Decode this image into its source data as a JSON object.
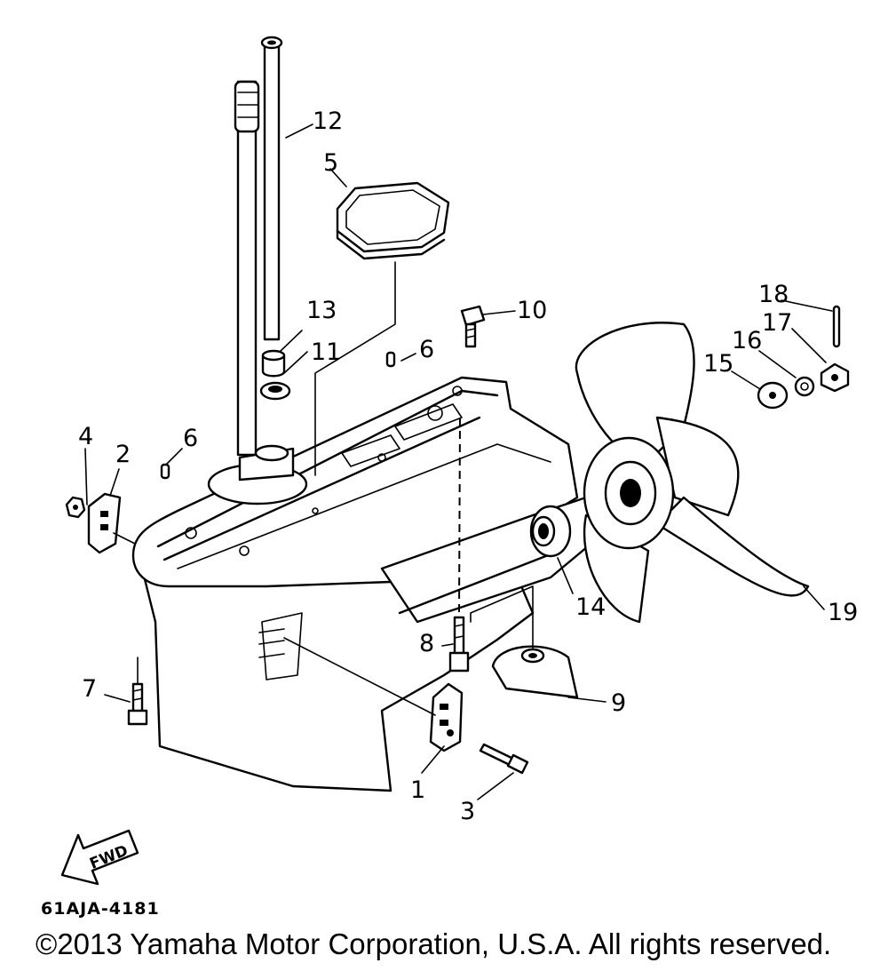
{
  "diagram": {
    "part_numbers": [
      {
        "id": "part-1",
        "label": "1"
      },
      {
        "id": "part-2",
        "label": "2"
      },
      {
        "id": "part-3",
        "label": "3"
      },
      {
        "id": "part-4",
        "label": "4"
      },
      {
        "id": "part-5",
        "label": "5"
      },
      {
        "id": "part-6a",
        "label": "6"
      },
      {
        "id": "part-6b",
        "label": "6"
      },
      {
        "id": "part-7",
        "label": "7"
      },
      {
        "id": "part-8",
        "label": "8"
      },
      {
        "id": "part-9",
        "label": "9"
      },
      {
        "id": "part-10",
        "label": "10"
      },
      {
        "id": "part-11",
        "label": "11"
      },
      {
        "id": "part-12",
        "label": "12"
      },
      {
        "id": "part-13",
        "label": "13"
      },
      {
        "id": "part-14",
        "label": "14"
      },
      {
        "id": "part-15",
        "label": "15"
      },
      {
        "id": "part-16",
        "label": "16"
      },
      {
        "id": "part-17",
        "label": "17"
      },
      {
        "id": "part-18",
        "label": "18"
      },
      {
        "id": "part-19",
        "label": "19"
      }
    ],
    "direction_arrow_label": "FWD",
    "diagram_code": "61AJA-4181"
  },
  "footer": {
    "copyright": "©2013 Yamaha Motor Corporation, U.S.A. All rights reserved."
  }
}
